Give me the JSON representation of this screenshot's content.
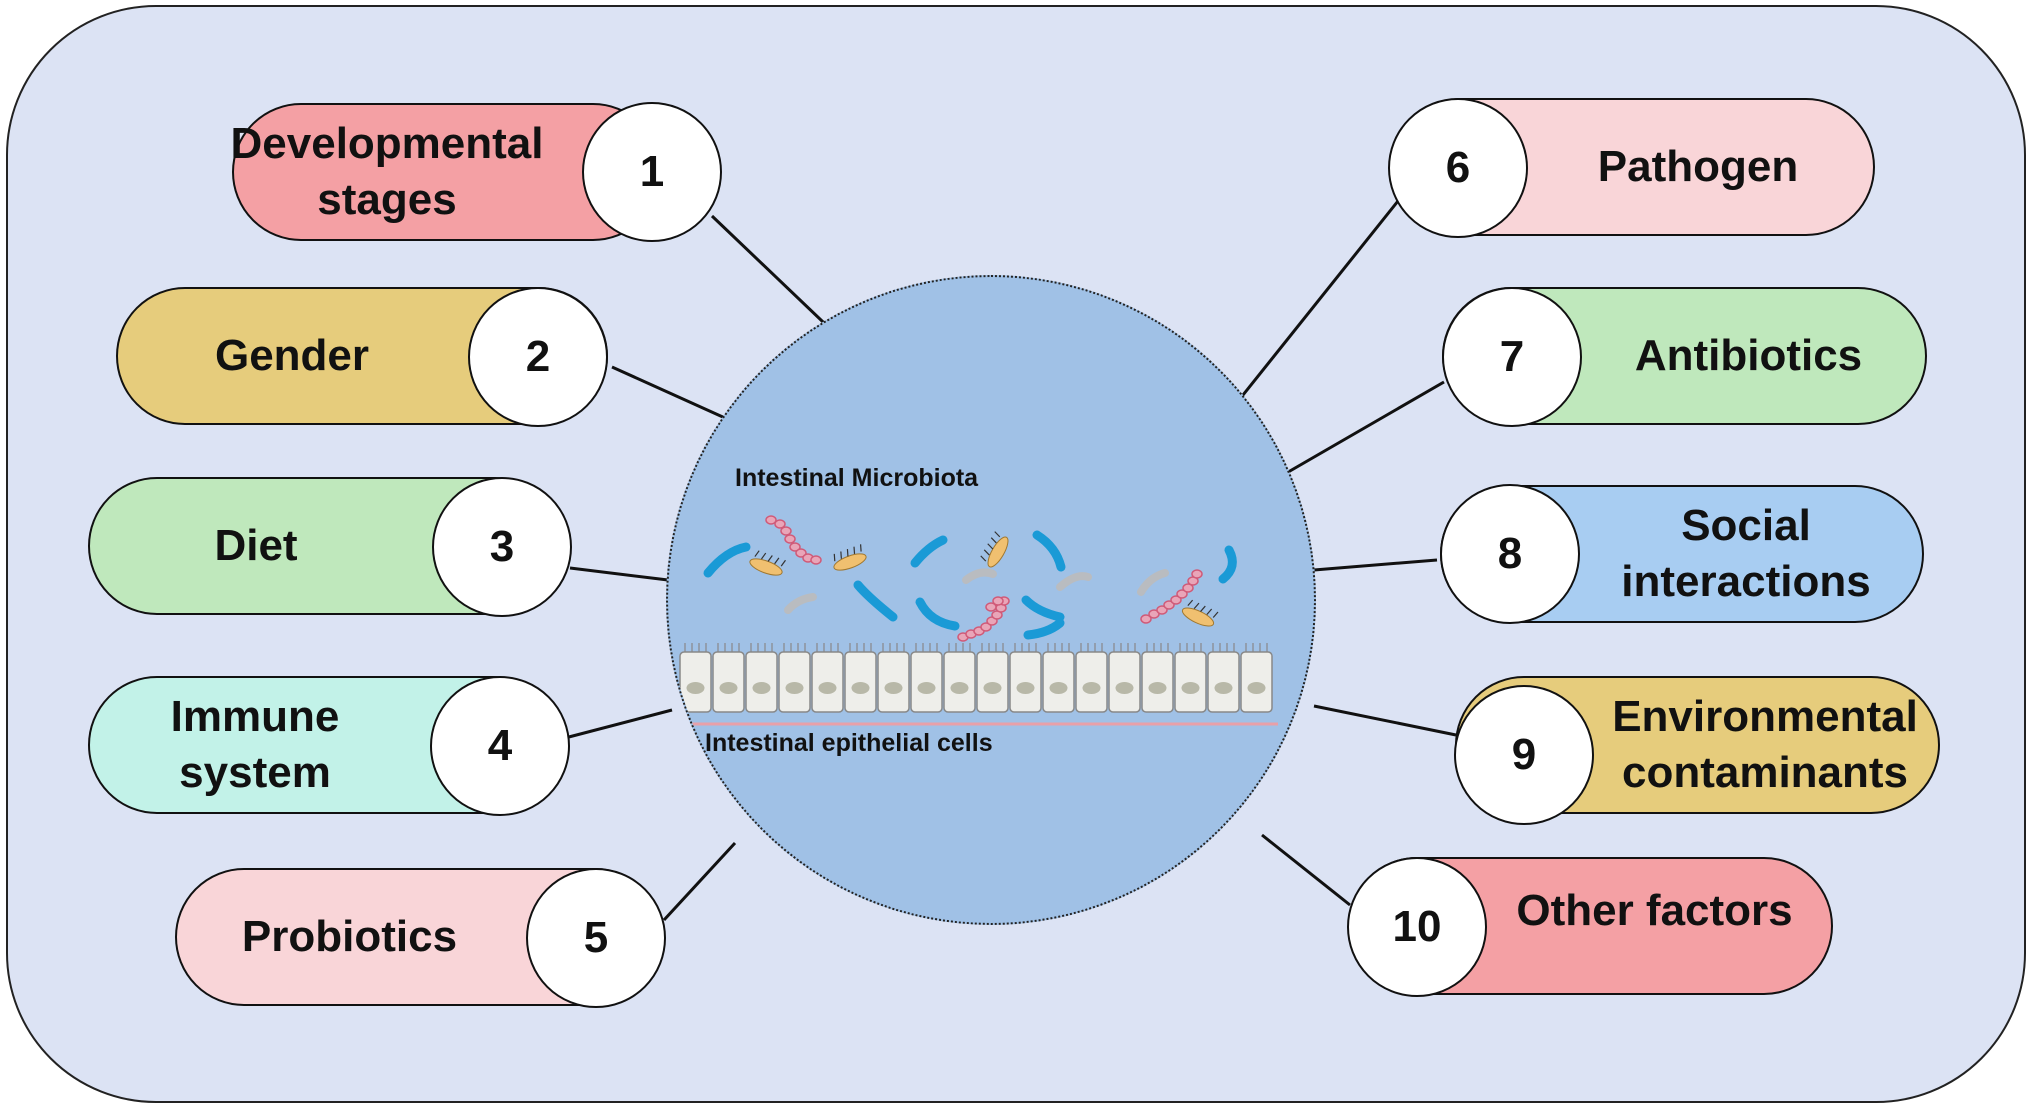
{
  "center": {
    "microbiota_label": "Intestinal Microbiota",
    "epithelial_label": "Intestinal epithelial cells"
  },
  "factors": [
    {
      "number": "1",
      "label": "Developmental stages",
      "color": "#f4a0a4"
    },
    {
      "number": "2",
      "label": "Gender",
      "color": "#e6cc7c"
    },
    {
      "number": "3",
      "label": "Diet",
      "color": "#bfe8bc"
    },
    {
      "number": "4",
      "label": "Immune system",
      "color": "#c2f2e8"
    },
    {
      "number": "5",
      "label": "Probiotics",
      "color": "#f9d5d8"
    },
    {
      "number": "6",
      "label": "Pathogen",
      "color": "#f9d5d8"
    },
    {
      "number": "7",
      "label": "Antibiotics",
      "color": "#bfe8bc"
    },
    {
      "number": "8",
      "label": "Social interactions",
      "color": "#a8cdf2"
    },
    {
      "number": "9",
      "label": "Environmental contaminants",
      "color": "#e6cc7c"
    },
    {
      "number": "10",
      "label": "Other factors",
      "color": "#f4a0a4"
    }
  ],
  "colors": {
    "background": "#dce3f4",
    "circle": "#a0c1e6",
    "microbe_blue": "#1a9ad6",
    "microbe_orange": "#f0c070",
    "microbe_gray": "#b9bcc0",
    "microbe_pink": "#d05a78"
  }
}
